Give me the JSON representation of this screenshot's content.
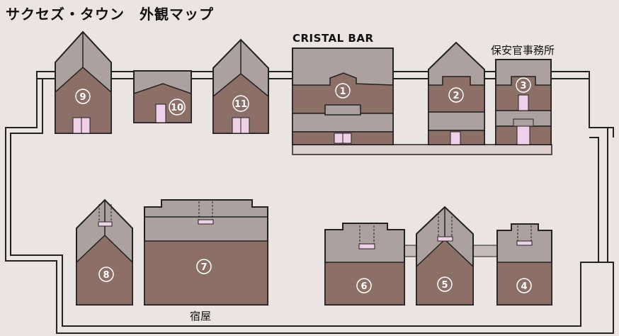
{
  "title": "サクセズ・タウン　外観マップ",
  "labels": {
    "cristal_bar": "CRISTAL BAR",
    "sheriff_office": "保安官事務所",
    "inn": "宿屋"
  },
  "buildings": [
    {
      "id": "b1",
      "number": "1"
    },
    {
      "id": "b2",
      "number": "2"
    },
    {
      "id": "b3",
      "number": "3"
    },
    {
      "id": "b4",
      "number": "4"
    },
    {
      "id": "b5",
      "number": "5"
    },
    {
      "id": "b6",
      "number": "6"
    },
    {
      "id": "b7",
      "number": "7"
    },
    {
      "id": "b8",
      "number": "8"
    },
    {
      "id": "b9",
      "number": "9"
    },
    {
      "id": "b10",
      "number": "10"
    },
    {
      "id": "b11",
      "number": "11"
    }
  ],
  "colors": {
    "background": "#ece4e2",
    "wall_dark": "#8c7068",
    "roof_light": "#ada19f",
    "door": "#f0d0e8",
    "outline": "#222222",
    "boardwalk": "#ddd0cc"
  }
}
